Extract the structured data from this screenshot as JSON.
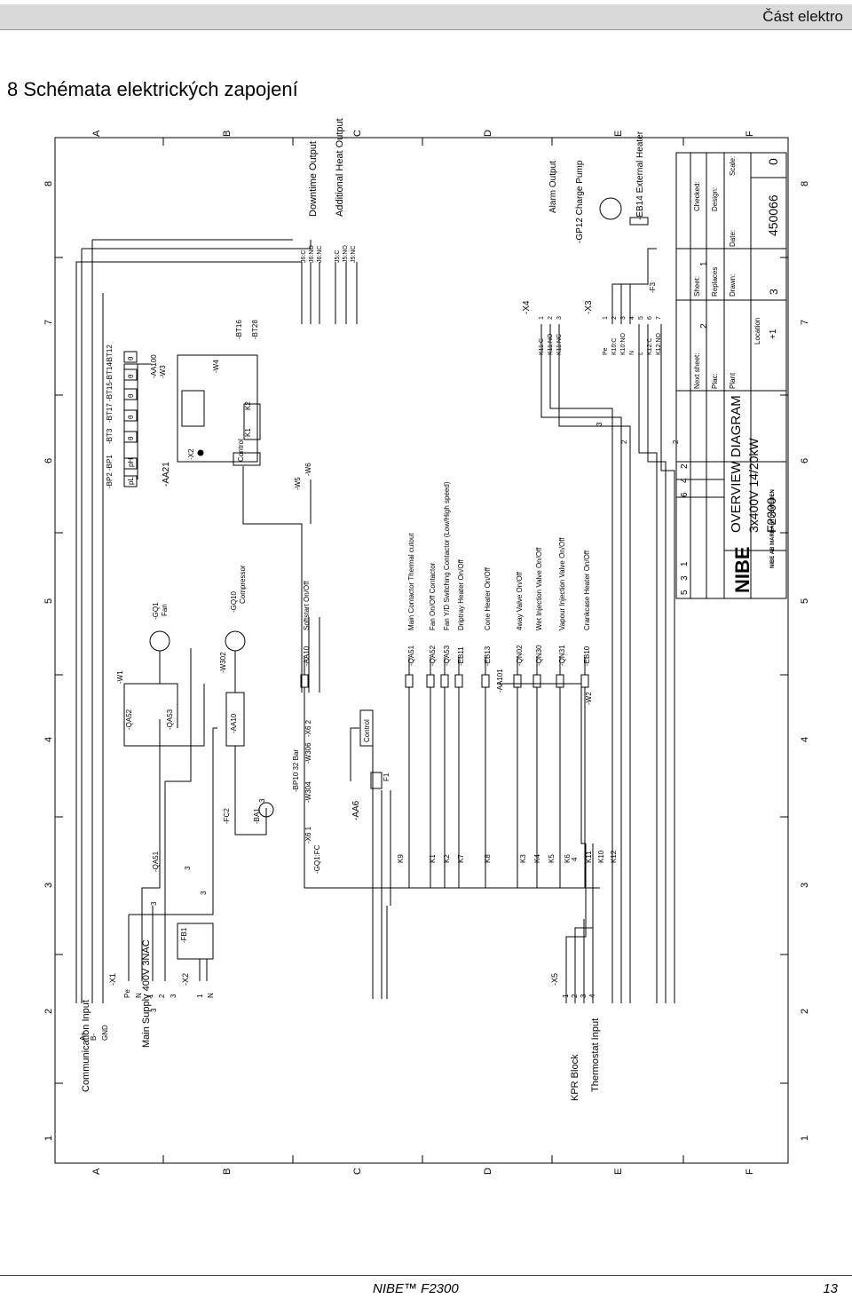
{
  "header": {
    "section": "Část elektro"
  },
  "chapter": {
    "title": "8 Schémata elektrických zapojení"
  },
  "grid": {
    "rows": [
      "A",
      "B",
      "C",
      "D",
      "E",
      "F"
    ],
    "cols": [
      "1",
      "2",
      "3",
      "4",
      "5",
      "6",
      "7",
      "8"
    ]
  },
  "diagram": {
    "inputs": {
      "communication": "Communication Input",
      "comm_pins": [
        "A+",
        "B-",
        "GND"
      ],
      "main_supply": "Main Supply 400V 3NAC",
      "kpr": "KPR Block",
      "thermostat": "Thermostat Input",
      "x1": "-X1",
      "x1_pins": [
        "Pe",
        "N",
        "1",
        "2",
        "3"
      ],
      "x2": "-X2",
      "x2_pins": [
        "1",
        "N"
      ],
      "x5": "-X5",
      "x5_pins": [
        "1",
        "2",
        "3",
        "4"
      ]
    },
    "fb1": "-FB1",
    "qa51_power": "-QA51",
    "qa52_power": "-QA52",
    "qa53_power": "-QA53",
    "w1": "-W1",
    "w2": "-W2",
    "w4": "-W4",
    "w5": "-W5",
    "w6": "-W6",
    "gq1": "-GQ1",
    "gq1_label": "Fan",
    "gq10": "-GQ10",
    "gq10_label": "Compressor",
    "w302": "-W302",
    "fc2": "-FC2",
    "ba1": "-BA1",
    "aa10_power": "-AA10",
    "bp10": "-BP10 32 Bar",
    "x6_1": "-X6 1",
    "x6_2": "-X6 2",
    "w304": "-W304",
    "w306": "-W306",
    "gq1fc": "-GQ1:FC",
    "aa6": "-AA6",
    "aa6_control": "Control",
    "f1": "F1",
    "aa21": "-AA21",
    "aa21_control": "Control",
    "x2_label": "-X2",
    "aa100": "-AA100",
    "w3": "-W3",
    "k1k2": [
      "K1",
      "K2"
    ],
    "sensors": [
      "-BP2",
      "-BP1",
      "-BT3",
      "-BT17",
      "-BT15",
      "-BT14",
      "-BT12"
    ],
    "sensor_symbols": [
      "pL",
      "pH",
      "θ",
      "θ",
      "θ",
      "θ",
      "θ"
    ],
    "bt16": "-BT16",
    "bt28": "-BT28",
    "relays": [
      "K9",
      "K1",
      "K2",
      "K7",
      "K8",
      "K3",
      "K4",
      "K5",
      "K6",
      "K11",
      "K10",
      "K12"
    ],
    "functions": [
      {
        "tag": "-AA10",
        "desc": "Softstart On/Off"
      },
      {
        "tag": "-QA51",
        "desc": "Main Contactor Thermal cutout"
      },
      {
        "tag": "-QA52",
        "desc": "Fan On/Off Contactor"
      },
      {
        "tag": "-QA53",
        "desc": "Fan Y/D Switching Contactor (Low/High speed)"
      },
      {
        "tag": "-EB11",
        "desc": "Driptray Heater On/Off"
      },
      {
        "tag": "-EB13",
        "desc": "Cone Heater On/Off"
      },
      {
        "tag": "-QN02",
        "desc": "4way Valve On/Off"
      },
      {
        "tag": "-QN30",
        "desc": "Wet Injection Valve On/Off"
      },
      {
        "tag": "-QN31",
        "desc": "Vapour Injection Valve On/Off"
      },
      {
        "tag": "-EB10",
        "desc": "Crankcase Heater On/Off"
      }
    ],
    "aa101": "-AA101",
    "x4": "-X4",
    "x4_pins": [
      "K11:C",
      "K11:NO",
      "K11:NC"
    ],
    "x4_numbers": [
      "1",
      "2",
      "3"
    ],
    "alarm": "Alarm Output",
    "x3": "-X3",
    "x3_pins": [
      "Pe",
      "K10:C",
      "K10:NO",
      "N",
      "L",
      "K12:C",
      "K12:NO"
    ],
    "x3_numbers": [
      "1",
      "2",
      "3",
      "4",
      "5",
      "6",
      "7"
    ],
    "f3": "-F3",
    "gp12": "-GP12 Charge Pump",
    "eb14": "-EB14 External Heater",
    "j6": [
      "J6:C",
      "J6:NO",
      "J6:NC"
    ],
    "j5": [
      "J5:C",
      "J5:NO",
      "J5:NC"
    ],
    "downtime": "Downtime Output",
    "additional": "Additional Heat Output",
    "wire_counts": [
      "3",
      "3",
      "3",
      "3",
      "3",
      "4",
      "2",
      "2",
      "3"
    ]
  },
  "title_block": {
    "revisions": [
      "5",
      "3",
      "1"
    ],
    "rev_sheets": [
      "6",
      "4",
      "2"
    ],
    "company": "NIBE AB MARKARYD SWEDEN",
    "logo": "NIBE",
    "title": "OVERVIEW DIAGRAM",
    "subtitle": "3x400V 14/20kW",
    "model": "F2300",
    "next_sheet_label": "Next sheet:",
    "next_sheet": "2",
    "sheet_label": "Sheet:",
    "sheet": "1",
    "checked_label": "Checked:",
    "plac_label": "Plac:",
    "replaces_label": "Replaces",
    "design_label": "Design:",
    "plant_label": "Plant",
    "drawn_label": "Drawn:",
    "date_label": "Date:",
    "scale_label": "Scale:",
    "location_label": "Location",
    "location": "+1",
    "doc_prefix": "3",
    "doc_number": "450066",
    "revision": "0"
  },
  "footer": {
    "product": "NIBE™ F2300",
    "page": "13"
  }
}
